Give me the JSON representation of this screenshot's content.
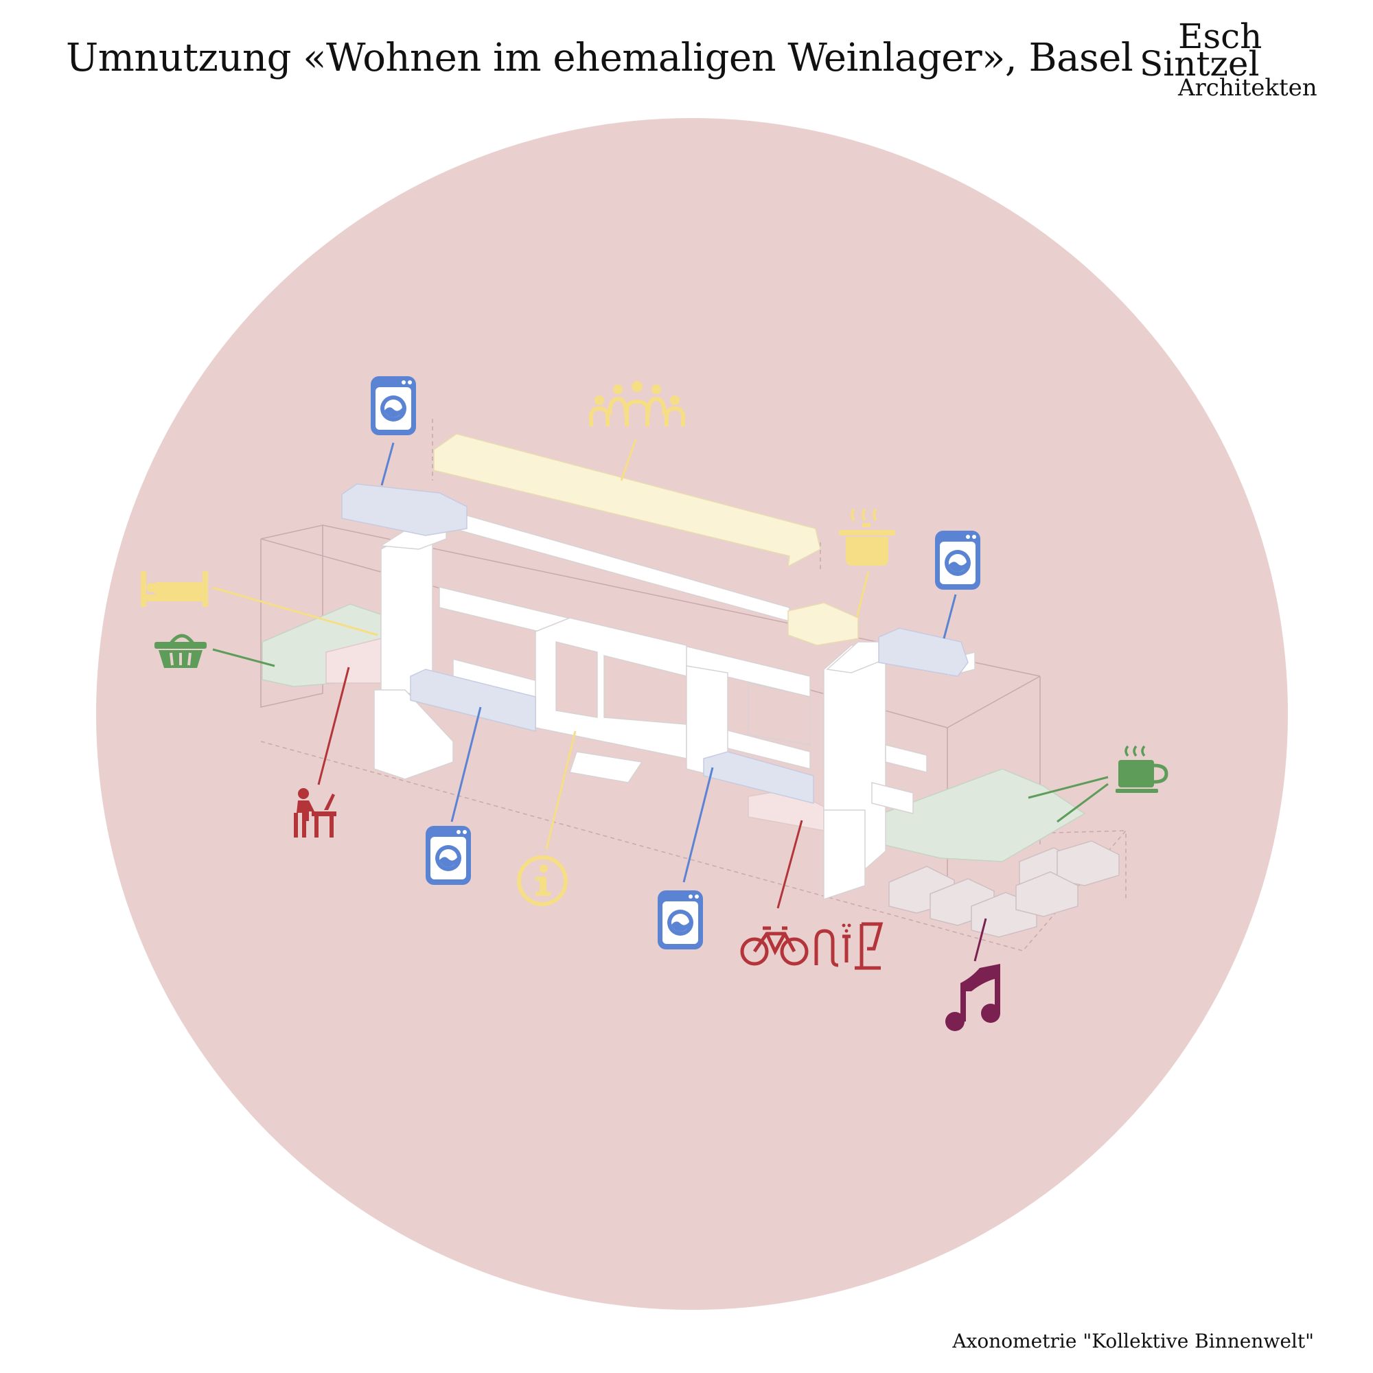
{
  "header": {
    "title": "Umnutzung «Wohnen im ehemaligen Weinlager», Basel"
  },
  "logo": {
    "line1": "Esch",
    "line2": "Sintzel",
    "line3": "Architekten"
  },
  "caption": "Axonometrie \"Kollektive Binnenwelt\"",
  "colors": {
    "background_circle": "#e9cfce",
    "building": "#ffffff",
    "blue": "#5a84d3",
    "yellow": "#f5de86",
    "green": "#5e9c5a",
    "red": "#b3353a",
    "purple": "#7a2151",
    "blue_zone": "#dfe2ef",
    "yellow_zone": "#fbf3d6",
    "green_zone": "#dee8dd",
    "pink_zone": "#f5e3e3",
    "grey_zone": "#ebe2e4"
  },
  "icons": [
    {
      "name": "washing-machine-icon",
      "color": "blue"
    },
    {
      "name": "community-people-icon",
      "color": "yellow"
    },
    {
      "name": "cooking-pot-icon",
      "color": "yellow"
    },
    {
      "name": "washing-machine-icon",
      "color": "blue"
    },
    {
      "name": "bed-icon",
      "color": "yellow"
    },
    {
      "name": "shopping-basket-icon",
      "color": "green"
    },
    {
      "name": "coffee-cup-icon",
      "color": "green"
    },
    {
      "name": "desk-work-icon",
      "color": "red"
    },
    {
      "name": "washing-machine-icon",
      "color": "blue"
    },
    {
      "name": "information-icon",
      "color": "yellow"
    },
    {
      "name": "washing-machine-icon",
      "color": "blue"
    },
    {
      "name": "bicycle-workshop-icon",
      "color": "red"
    },
    {
      "name": "music-note-icon",
      "color": "purple"
    }
  ]
}
